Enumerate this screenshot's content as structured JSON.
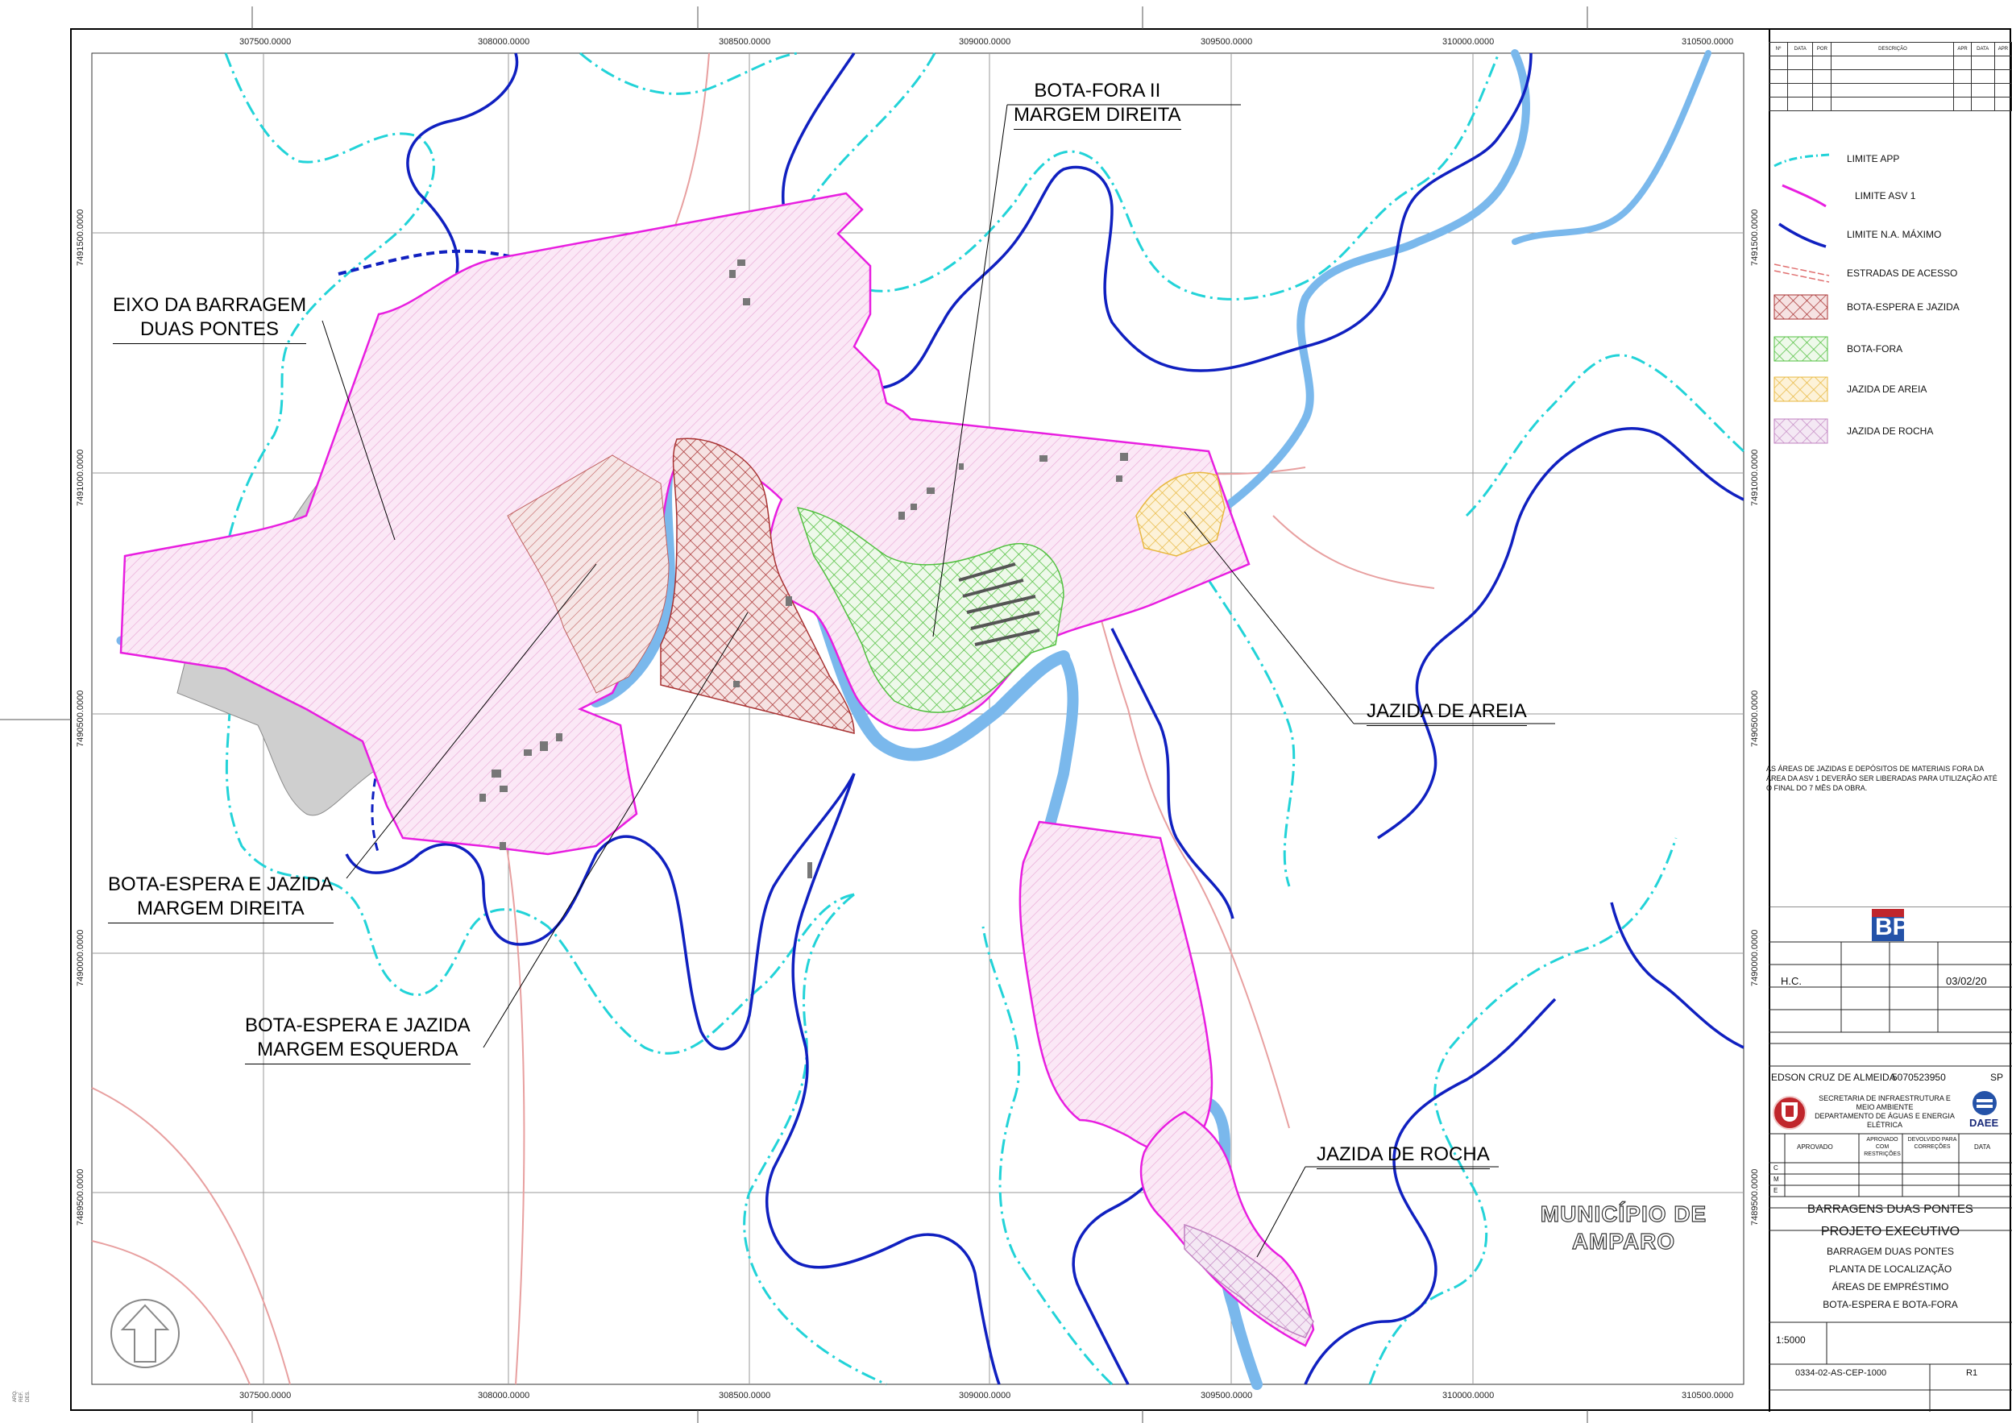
{
  "coordinates": {
    "x_top": [
      "307500.0000",
      "308000.0000",
      "308500.0000",
      "309000.0000",
      "309500.0000",
      "310000.0000",
      "310500.0000"
    ],
    "x_bottom": [
      "307500.0000",
      "308000.0000",
      "308500.0000",
      "309000.0000",
      "309500.0000",
      "310000.0000",
      "310500.0000"
    ],
    "y_left": [
      "7491500.0000",
      "7491000.0000",
      "7490500.0000",
      "7490000.0000",
      "7489500.0000"
    ],
    "y_right": [
      "7491500.0000",
      "7491000.0000",
      "7490500.0000",
      "7490000.0000",
      "7489500.0000"
    ]
  },
  "map_labels": {
    "eixo": [
      "EIXO DA BARRAGEM",
      "DUAS PONTES"
    ],
    "bota_fora_ii": [
      "BOTA-FORA II",
      "MARGEM DIREITA"
    ],
    "jazida_areia": [
      "JAZIDA DE AREIA"
    ],
    "bota_espera_direita": [
      "BOTA-ESPERA E JAZIDA",
      "MARGEM DIREITA"
    ],
    "bota_espera_esquerda": [
      "BOTA-ESPERA E JAZIDA",
      "MARGEM ESQUERDA"
    ],
    "jazida_rocha": [
      "JAZIDA DE ROCHA"
    ],
    "municipio": [
      "MUNICÍPIO DE",
      "AMPARO"
    ]
  },
  "revision_table": {
    "headers": [
      "Nº",
      "DATA",
      "POR",
      "DESCRIÇÃO",
      "APR",
      "DATA",
      "APR"
    ]
  },
  "legend": [
    {
      "label": "LIMITE APP",
      "symbol": "line",
      "color": "#22d3d8",
      "dash": "dashdot"
    },
    {
      "label": "LIMITE ASV 1",
      "symbol": "line",
      "color": "#e81ee0",
      "dash": "solid"
    },
    {
      "label": "LIMITE N.A. MÁXIMO",
      "symbol": "line",
      "color": "#1020c0",
      "dash": "solid"
    },
    {
      "label": "ESTRADAS DE ACESSO",
      "symbol": "road",
      "color": "#e07070",
      "dash": "dashed"
    },
    {
      "label": "BOTA-ESPERA E JAZIDA",
      "symbol": "hatch",
      "color": "#a83232"
    },
    {
      "label": "BOTA-FORA",
      "symbol": "hatch",
      "color": "#52c040"
    },
    {
      "label": "JAZIDA DE AREIA",
      "symbol": "hatch",
      "color": "#e8b840"
    },
    {
      "label": "JAZIDA DE ROCHA",
      "symbol": "hatch",
      "color": "#c080c0"
    }
  ],
  "note": "AS ÁREAS DE JAZIDAS E DEPÓSITOS DE MATERIAIS FORA DA ÁREA DA ASV 1 DEVERÃO SER LIBERADAS PARA UTILIZAÇÃO ATÉ O FINAL DO 7 MÊS DA OBRA.",
  "title_block": {
    "author": "H.C.",
    "date": "03/02/20",
    "engineer_name": "EDSON CRUZ DE ALMEIDA",
    "crea": "5070523950",
    "uf": "SP",
    "org_line1": "SECRETARIA DE INFRAESTRUTURA E",
    "org_line2": "MEIO AMBIENTE",
    "org_line3": "DEPARTAMENTO DE ÁGUAS E ENERGIA",
    "org_line4": "ELÉTRICA",
    "daee": "DAEE",
    "approval_headers": [
      "APROVADO",
      "APROVADO COM RESTRIÇÕES",
      "DEVOLVIDO PARA CORREÇÕES",
      "DATA"
    ],
    "approval_rows": [
      "C",
      "M",
      "E"
    ],
    "project": "BARRAGENS DUAS PONTES",
    "phase": "PROJETO EXECUTIVO",
    "title1": "BARRAGEM DUAS PONTES",
    "title2": "PLANTA DE LOCALIZAÇÃO",
    "title3": "ÁREAS DE EMPRÉSTIMO",
    "title4": "BOTA-ESPERA E BOTA-FORA",
    "scale": "1:5000",
    "drawing_number": "0334-02-AS-CEP-1000",
    "revision": "R1"
  },
  "colors": {
    "app": "#22d3d8",
    "asv": "#e81ee0",
    "na_max": "#1020c0",
    "river": "#7ab8ec",
    "road": "#e8a0a0",
    "bota_espera": "#a83232",
    "bota_fora": "#52c040",
    "areia": "#e8b840",
    "rocha": "#c080c0"
  }
}
